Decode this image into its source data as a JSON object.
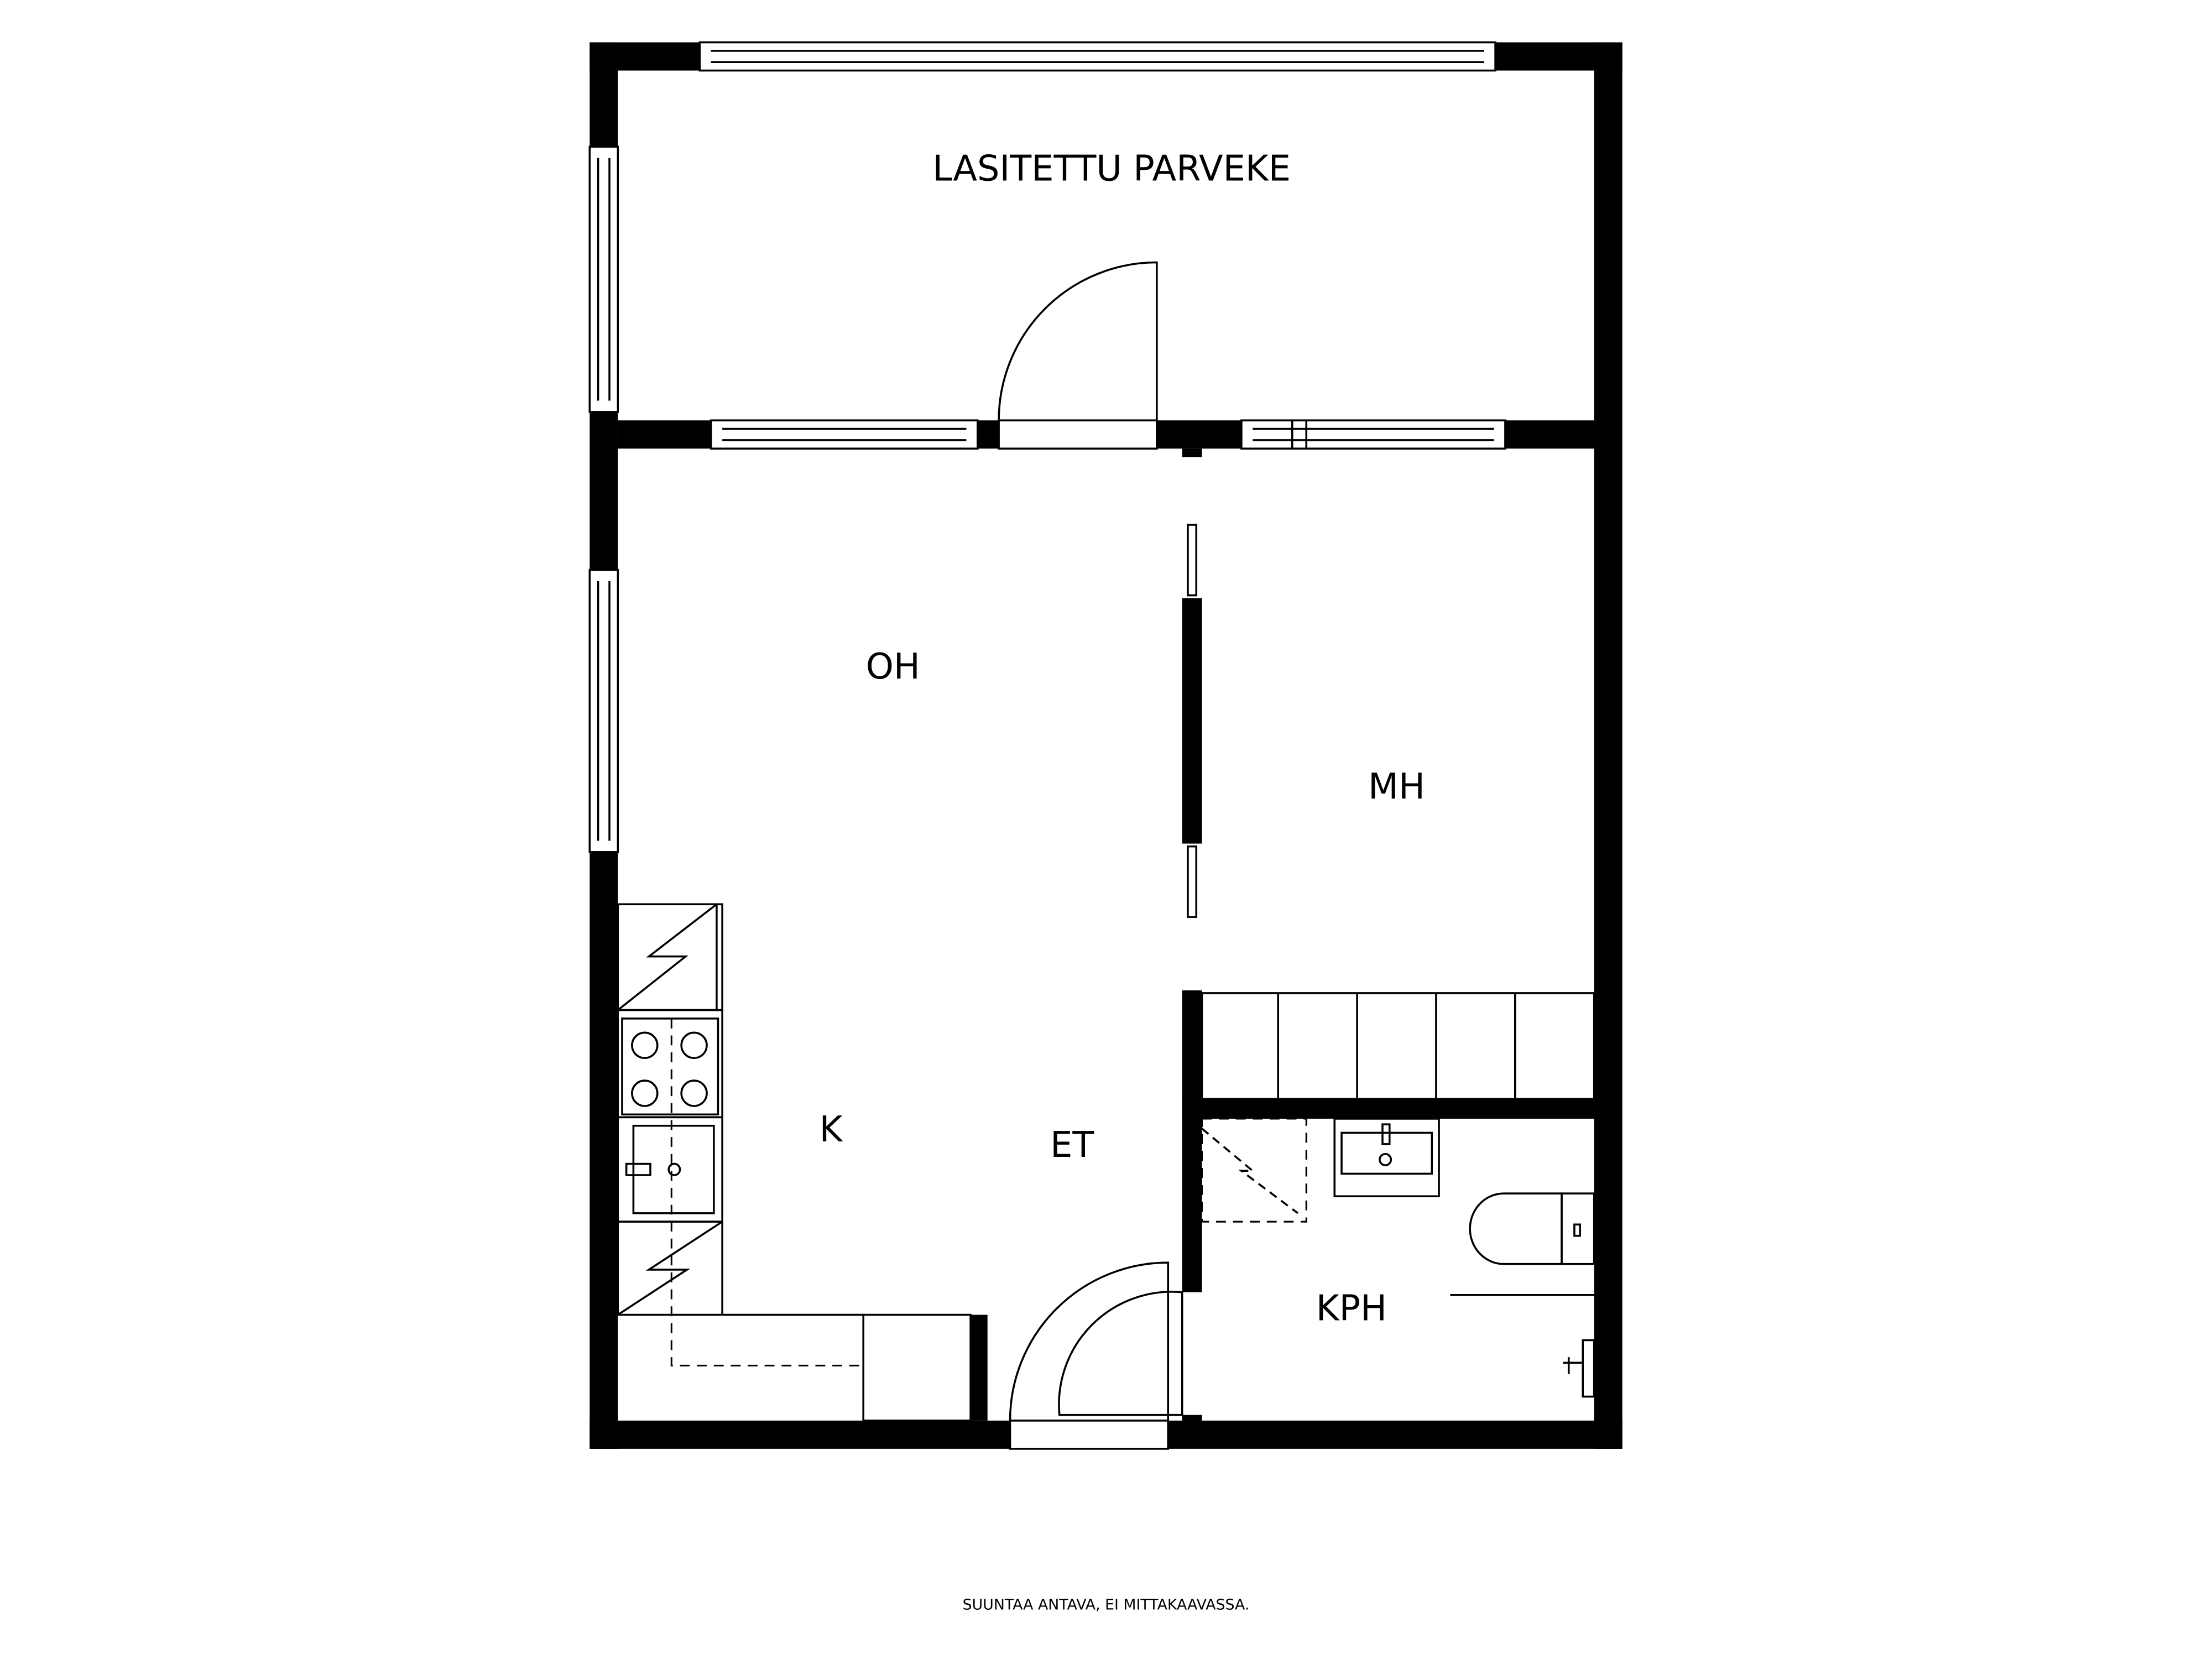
{
  "rooms": {
    "balcony": "LASITETTU PARVEKE",
    "living": "OH",
    "bedroom": "MH",
    "kitchen": "K",
    "entry": "ET",
    "bathroom": "KPH"
  },
  "footer_note": "SUUNTAA ANTAVA, EI MITTAKAAVASSA.",
  "colors": {
    "wall": "#000000",
    "background": "#ffffff"
  }
}
